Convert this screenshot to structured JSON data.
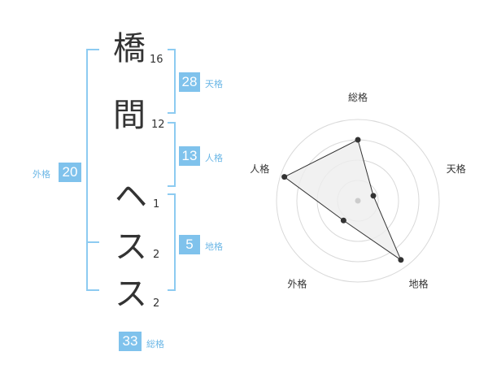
{
  "name_chars": [
    {
      "char": "橋",
      "strokes": "16"
    },
    {
      "char": "間",
      "strokes": "12"
    },
    {
      "char": "ヘ",
      "strokes": "1"
    },
    {
      "char": "ス",
      "strokes": "2"
    },
    {
      "char": "ス",
      "strokes": "2"
    }
  ],
  "fortunes": {
    "tenkaku": {
      "label": "天格",
      "value": "28"
    },
    "jinkaku": {
      "label": "人格",
      "value": "13"
    },
    "chikaku": {
      "label": "地格",
      "value": "5"
    },
    "gaikaku": {
      "label": "外格",
      "value": "20"
    },
    "soukaku": {
      "label": "総格",
      "value": "33"
    }
  },
  "chart_data": {
    "type": "radar",
    "axes": [
      "総格",
      "天格",
      "地格",
      "外格",
      "人格"
    ],
    "values": [
      0.75,
      0.2,
      0.9,
      0.3,
      0.95
    ],
    "max": 1,
    "rings": 4,
    "fill_color": "#eeeeee",
    "line_color": "#333333"
  },
  "colors": {
    "accent": "#7fc2ec",
    "bracket": "#8dcbf1"
  }
}
